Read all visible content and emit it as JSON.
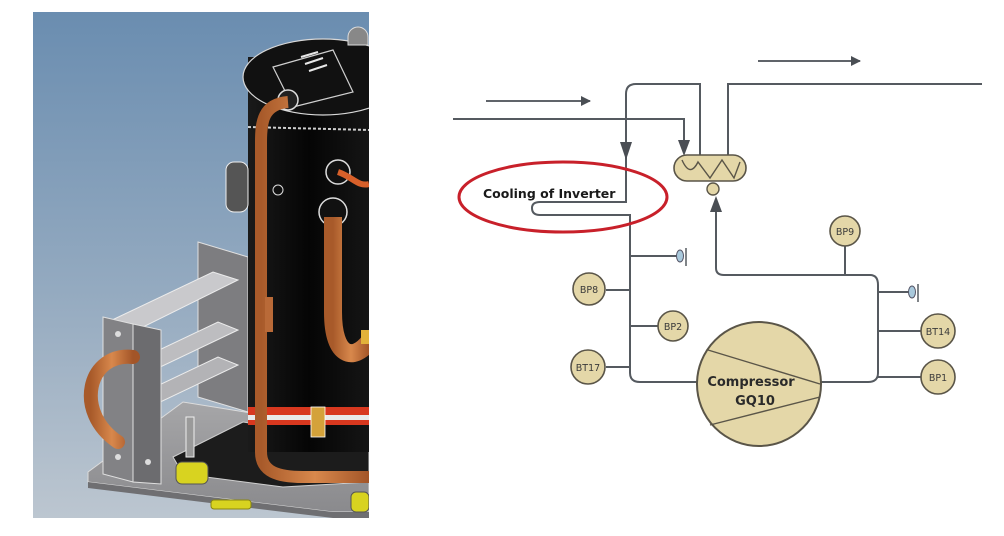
{
  "figure": {
    "left_panel": {
      "description": "3D CAD render of compressor unit with copper piping, heat exchanger bracket and base plate",
      "colors": {
        "background_top": "#6d8fb2",
        "background_bottom": "#b9c4cf",
        "compressor_body": "#0c0c0c",
        "copper_pipe": "#c0703a",
        "frame_metal": "#8d8d90",
        "rubber_feet": "#d8d320",
        "red_band": "#d8381f"
      }
    },
    "right_panel": {
      "colors": {
        "line": "#555a60",
        "component_fill": "#e4d7a8",
        "component_stroke": "#5a5548",
        "highlight_ellipse": "#c8202a",
        "valve_fill": "#a9c9dc"
      },
      "annotation_label": "Cooling of Inverter",
      "compressor": {
        "label_line1": "Compressor",
        "label_line2": "GQ10"
      },
      "sensors": [
        {
          "id": "bp9",
          "label": "BP9"
        },
        {
          "id": "bp8",
          "label": "BP8"
        },
        {
          "id": "bp2",
          "label": "BP2"
        },
        {
          "id": "bt17",
          "label": "BT17"
        },
        {
          "id": "bt14",
          "label": "BT14"
        },
        {
          "id": "bp1",
          "label": "BP1"
        }
      ],
      "flow_arrows": [
        {
          "id": "inlet",
          "direction": "right"
        },
        {
          "id": "outlet",
          "direction": "right"
        }
      ]
    }
  }
}
